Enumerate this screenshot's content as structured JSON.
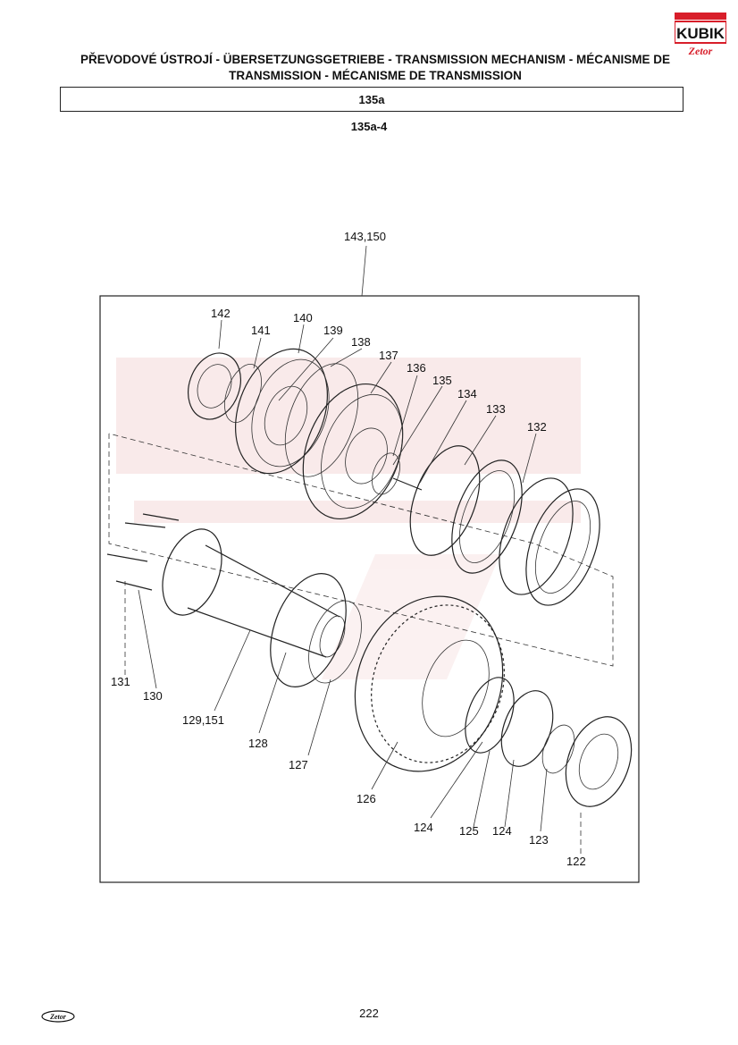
{
  "header": {
    "title_line1": "PŘEVODOVÉ ÚSTROJÍ - ÜBERSETZUNGSGETRIEBE - TRANSMISSION MECHANISM - MÉCANISME DE",
    "title_line2": "TRANSMISSION - MÉCANISME DE TRANSMISSION",
    "section": "135a",
    "subsection": "135a-4"
  },
  "logo": {
    "text_top": "KUBIK",
    "text_bottom": "Zetor"
  },
  "diagram": {
    "group_label": "143,150",
    "callouts": [
      "142",
      "141",
      "140",
      "139",
      "138",
      "137",
      "136",
      "135",
      "134",
      "133",
      "132",
      "131",
      "130",
      "129,151",
      "128",
      "127",
      "126",
      "124",
      "125",
      "124",
      "123",
      "122"
    ]
  },
  "footer": {
    "brand": "Zetor",
    "page_number": "222"
  },
  "colors": {
    "ink": "#222222",
    "logo_red": "#d81e2a",
    "watermark": "#f4d6d6"
  }
}
